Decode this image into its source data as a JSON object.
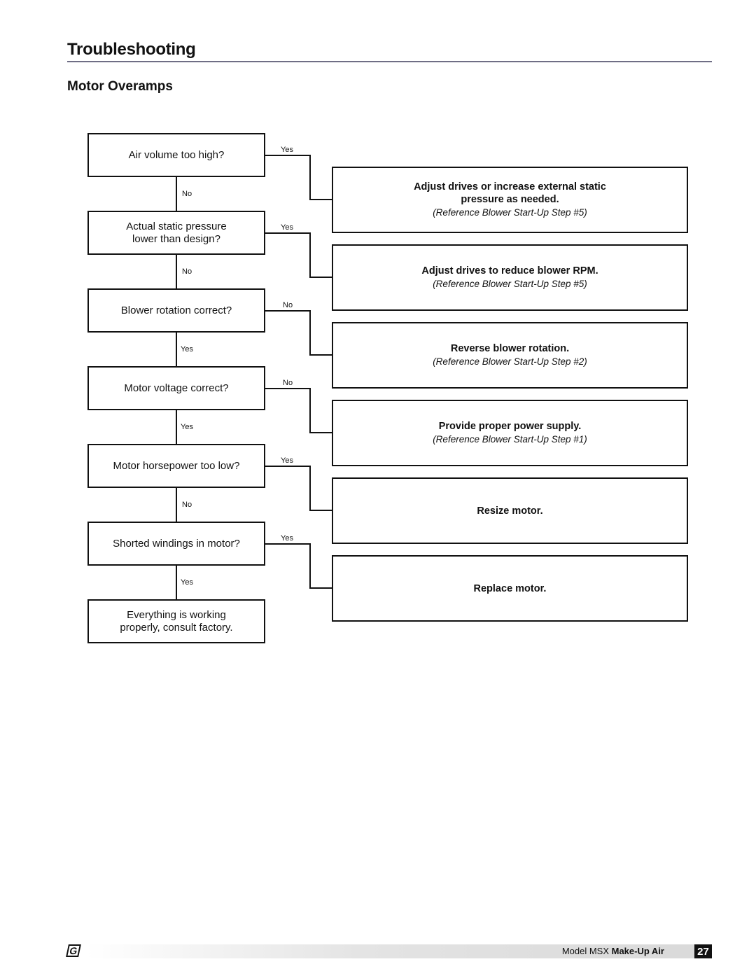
{
  "header": {
    "title": "Troubleshooting",
    "section": "Motor Overamps"
  },
  "flowchart": {
    "questions": [
      {
        "text": "Air volume too high?",
        "side_label": "Yes",
        "down_label": "No"
      },
      {
        "text": "Actual static pressure lower than design?",
        "side_label": "Yes",
        "down_label": "No"
      },
      {
        "text": "Blower rotation correct?",
        "side_label": "No",
        "down_label": "Yes"
      },
      {
        "text": "Motor voltage correct?",
        "side_label": "No",
        "down_label": "Yes"
      },
      {
        "text": "Motor horsepower too low?",
        "side_label": "Yes",
        "down_label": "No"
      },
      {
        "text": "Shorted windings in motor?",
        "side_label": "Yes",
        "down_label": "Yes"
      },
      {
        "text": "Everything is working properly, consult factory."
      }
    ],
    "actions": [
      {
        "text": "Adjust drives or increase external static pressure as needed.",
        "ref": "(Reference Blower Start-Up Step #5)"
      },
      {
        "text": "Adjust drives to reduce blower RPM.",
        "ref": "(Reference Blower Start-Up Step #5)"
      },
      {
        "text": "Reverse blower rotation.",
        "ref": "(Reference Blower Start-Up Step #2)"
      },
      {
        "text": "Provide proper power supply.",
        "ref": "(Reference Blower Start-Up Step #1)"
      },
      {
        "text": "Resize motor."
      },
      {
        "text": "Replace motor."
      }
    ]
  },
  "footer": {
    "logo": "G",
    "model_prefix": "Model MSX ",
    "model_bold": "Make-Up Air",
    "page_number": "27"
  }
}
